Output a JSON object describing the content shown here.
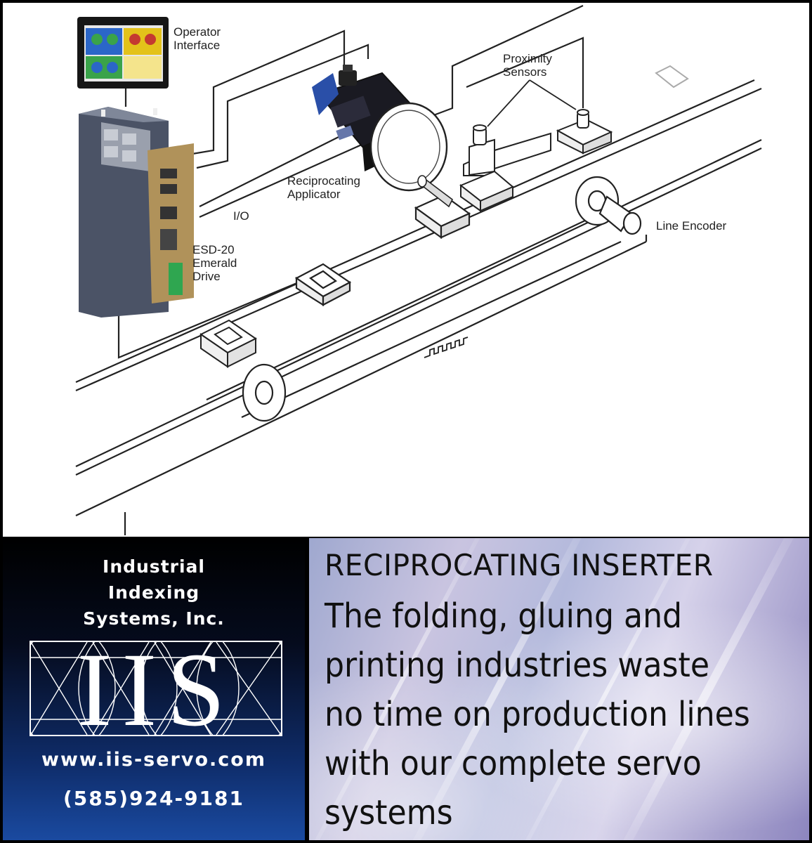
{
  "diagram": {
    "labels": {
      "operator_interface": "Operator\nInterface",
      "proximity_sensors": "Proximity\nSensors",
      "reciprocating_applicator": "Reciprocating\nApplicator",
      "io": "I/O",
      "line_encoder": "Line Encoder",
      "drive": "ESD-20\nEmerald\nDrive"
    }
  },
  "company": {
    "name_lines": [
      "Industrial",
      "Indexing",
      "Systems, Inc."
    ],
    "logo_text": "IIS",
    "website": "www.iis-servo.com",
    "phone": "(585)924-9181"
  },
  "ad": {
    "headline": "RECIPROCATING INSERTER",
    "body_lines": [
      "The folding, gluing and",
      "printing industries waste",
      "no time on production lines",
      "with our complete servo",
      "systems"
    ]
  },
  "colors": {
    "left_panel_top": "#000000",
    "left_panel_bottom": "#1a4aa0",
    "right_panel": "#c9c4e0"
  }
}
